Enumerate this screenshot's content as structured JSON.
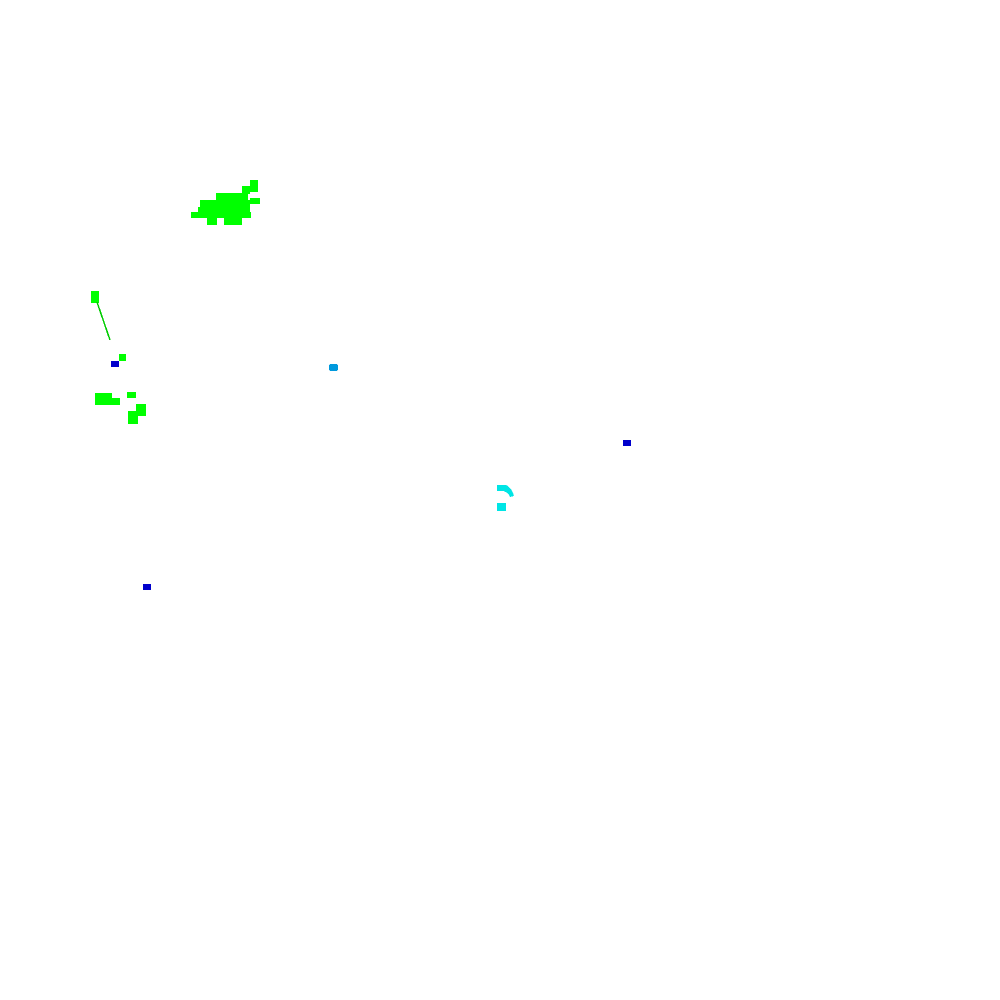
{
  "colors": {
    "background": "#ffffff",
    "green": "#00ff00",
    "green_line": "#00cc00",
    "blue": "#0000cc",
    "azure": "#0099dd",
    "cyan": "#00e5e5"
  },
  "features": [
    {
      "name": "green-cluster-large",
      "color_key": "green"
    },
    {
      "name": "green-cluster-small",
      "color_key": "green"
    },
    {
      "name": "green-tick-line",
      "color_key": "green_line"
    },
    {
      "name": "green-dot",
      "color_key": "green"
    },
    {
      "name": "blue-dot",
      "color_key": "blue"
    },
    {
      "name": "azure-dot",
      "color_key": "azure"
    },
    {
      "name": "cyan-arc",
      "color_key": "cyan"
    }
  ]
}
